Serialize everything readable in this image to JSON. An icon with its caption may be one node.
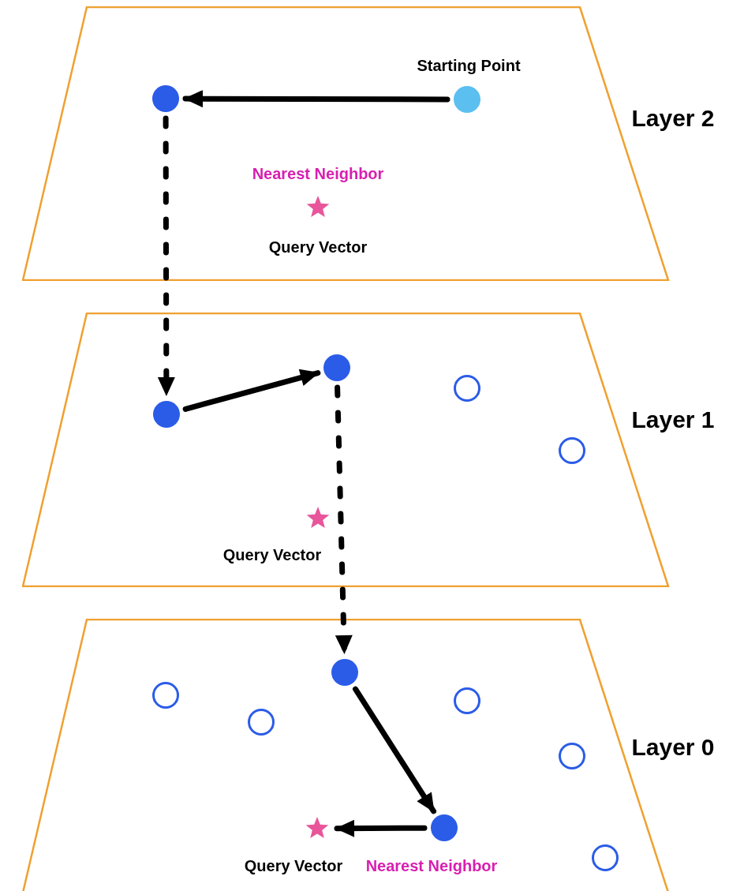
{
  "diagram": {
    "nodes": [
      {
        "text": [
          "Layer 2"
        ]
      },
      {
        "text": [],
        "shape": "circle",
        "in": 0
      },
      {
        "text": [],
        "shape": "circle",
        "in": 0,
        "beside": [
          "Starting Point"
        ]
      },
      {
        "text": [
          "Layer 1"
        ]
      },
      {
        "text": [],
        "shape": "circle",
        "in": 3
      },
      {
        "text": [],
        "shape": "circle",
        "in": 3
      },
      {
        "text": [],
        "shape": "circle",
        "in": 3
      },
      {
        "text": [],
        "shape": "circle",
        "in": 3
      },
      {
        "text": [
          "Layer 0"
        ]
      },
      {
        "text": [],
        "shape": "circle",
        "in": 8
      },
      {
        "text": [],
        "shape": "circle",
        "in": 8
      },
      {
        "text": [],
        "shape": "circle",
        "in": 8
      },
      {
        "text": [],
        "shape": "circle",
        "in": 8
      },
      {
        "text": [],
        "shape": "circle",
        "in": 8
      },
      {
        "text": [],
        "shape": "circle",
        "in": 8,
        "beside": [
          "Nearest Neighbor"
        ]
      },
      {
        "text": [],
        "shape": "star",
        "in": 8,
        "beside": [
          "Query Vector"
        ]
      },
      {
        "text": [],
        "shape": "circle",
        "in": 8
      }
    ],
    "edges": [
      {
        "from": 2,
        "to": 1,
        "arrow": "to"
      },
      {
        "from": 1,
        "to": 4,
        "arrow": "to",
        "style": "dashed"
      },
      {
        "from": 4,
        "to": 5,
        "arrow": "to"
      },
      {
        "from": 5,
        "to": 9,
        "arrow": "to",
        "style": "dashed"
      },
      {
        "from": 9,
        "to": 14,
        "arrow": "to"
      },
      {
        "from": 14,
        "to": 15,
        "arrow": "to"
      }
    ],
    "labels": [
      "Nearest Neighbor",
      "Query Vector",
      "Query Vector"
    ]
  }
}
